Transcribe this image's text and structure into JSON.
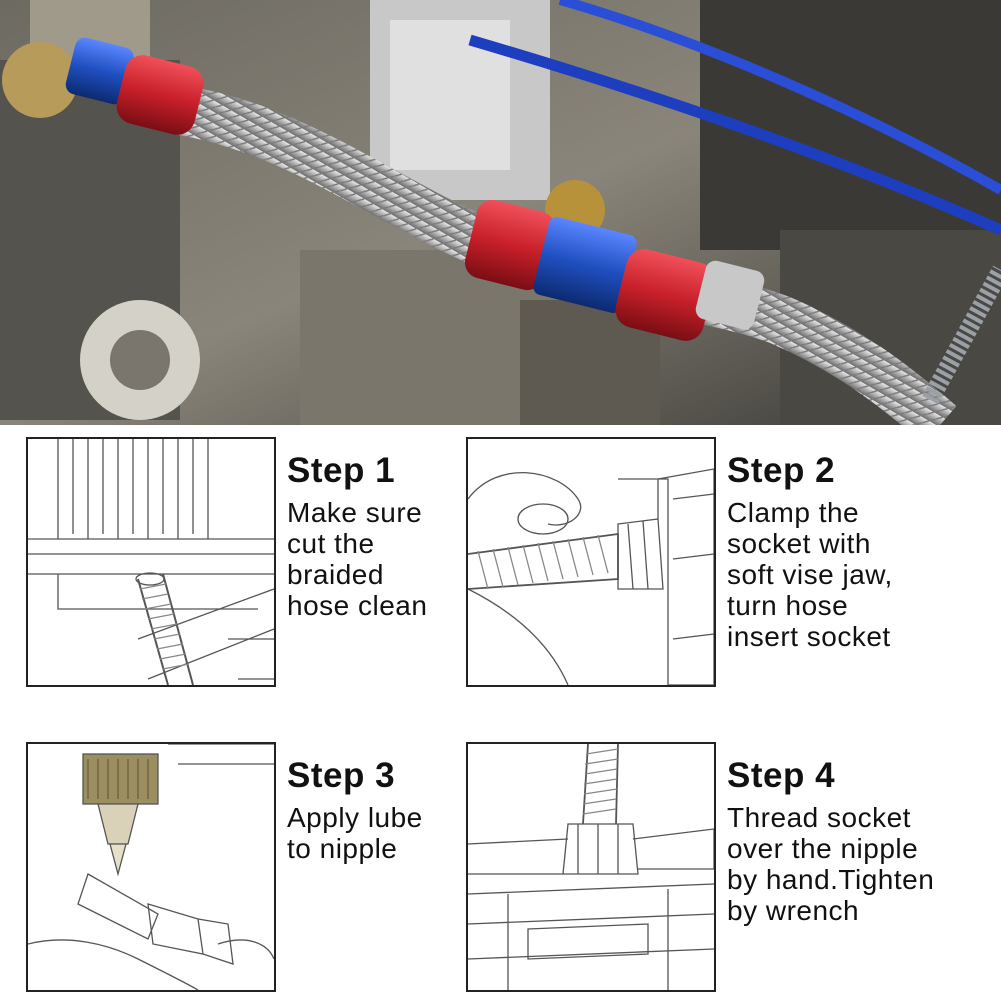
{
  "hero": {
    "label": "braided-hose-fitting-photo"
  },
  "steps": [
    {
      "title": "Step 1",
      "desc": "Make sure\ncut the\nbraided\nhose clean"
    },
    {
      "title": "Step 2",
      "desc": "Clamp the\nsocket with\nsoft vise jaw,\nturn hose\ninsert socket"
    },
    {
      "title": "Step 3",
      "desc": "Apply lube\nto nipple"
    },
    {
      "title": "Step 4",
      "desc": "Thread socket\nover the nipple\nby hand.Tighten\nby wrench"
    }
  ],
  "colors": {
    "fitting_red": "#c8202a",
    "fitting_blue": "#1f4fbf",
    "braid_silver": "#b9b9b9",
    "line_art": "#555555"
  }
}
